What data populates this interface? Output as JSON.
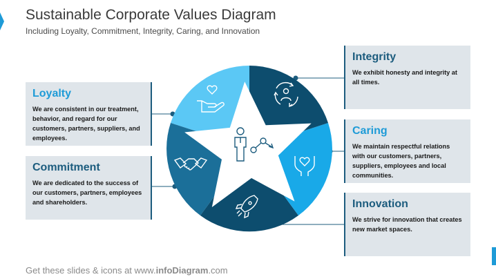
{
  "header": {
    "title": "Sustainable Corporate Values Diagram",
    "subtitle": "Including Loyalty, Commitment, Integrity, Caring, and Innovation"
  },
  "values": [
    {
      "id": "loyalty",
      "title": "Loyalty",
      "text": "We are consistent in our treatment, behavior, and regard for our customers, partners, suppliers, and employees.",
      "color": "#1e9bd7",
      "icon": "heart-in-hand-icon"
    },
    {
      "id": "commitment",
      "title": "Commitment",
      "text": "We are dedicated to the success of our customers, partners, employees and shareholders.",
      "color": "#1c5c7e",
      "icon": "handshake-icon"
    },
    {
      "id": "integrity",
      "title": "Integrity",
      "text": "We exhibit honesty and integrity at all times.",
      "color": "#1c5c7e",
      "icon": "person-cycle-icon"
    },
    {
      "id": "caring",
      "title": "Caring",
      "text": "We maintain respectful relations with our customers, partners, suppliers, employees and local communities.",
      "color": "#1e9bd7",
      "icon": "heart-in-hands-icon"
    },
    {
      "id": "innovation",
      "title": "Innovation",
      "text": "We strive for innovation that creates new market spaces.",
      "color": "#1c5c7e",
      "icon": "rocket-icon"
    }
  ],
  "center_icon": "person-growth-icon",
  "colors": {
    "dark": "#0d4d6e",
    "mid": "#1b6f99",
    "bright": "#19a9e8",
    "light": "#5bc8f5",
    "box": "#dfe5ea"
  },
  "footer": {
    "prefix": "Get these slides & icons at www.",
    "brand": "infoDiagram",
    "suffix": ".com"
  }
}
